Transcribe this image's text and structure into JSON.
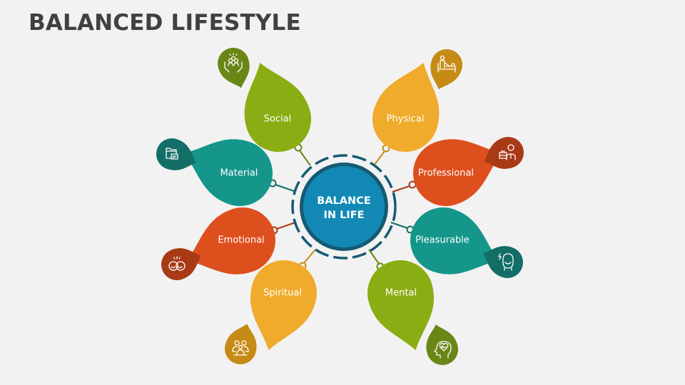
{
  "slide": {
    "title": "BALANCED LIFESTYLE",
    "center": {
      "line1": "BALANCE",
      "line2": "IN LIFE",
      "fill_color": "#1289b5",
      "ring_color": "#155a73"
    },
    "nodes": [
      {
        "id": "social",
        "label": "Social",
        "icon": "hands-holding-people-icon",
        "color": "#8aad13",
        "icon_color": "#6a8616"
      },
      {
        "id": "physical",
        "label": "Physical",
        "icon": "massage-bed-icon",
        "color": "#f0ab2c",
        "icon_color": "#c58b15"
      },
      {
        "id": "material",
        "label": "Material",
        "icon": "folder-document-icon",
        "color": "#14968a",
        "icon_color": "#126e66"
      },
      {
        "id": "professional",
        "label": "Professional",
        "icon": "businessman-briefcase-icon",
        "color": "#de4f1e",
        "icon_color": "#a83a16"
      },
      {
        "id": "emotional",
        "label": "Emotional",
        "icon": "two-smiling-faces-icon",
        "color": "#de4f1e",
        "icon_color": "#a83a16"
      },
      {
        "id": "pleasurable",
        "label": "Pleasurable",
        "icon": "happy-face-sparkle-icon",
        "color": "#14968a",
        "icon_color": "#126e66"
      },
      {
        "id": "spiritual",
        "label": "Spiritual",
        "icon": "meditation-group-icon",
        "color": "#f0ab2c",
        "icon_color": "#c58b15"
      },
      {
        "id": "mental",
        "label": "Mental",
        "icon": "head-heart-pulse-icon",
        "color": "#8aad13",
        "icon_color": "#6a8616"
      }
    ]
  }
}
